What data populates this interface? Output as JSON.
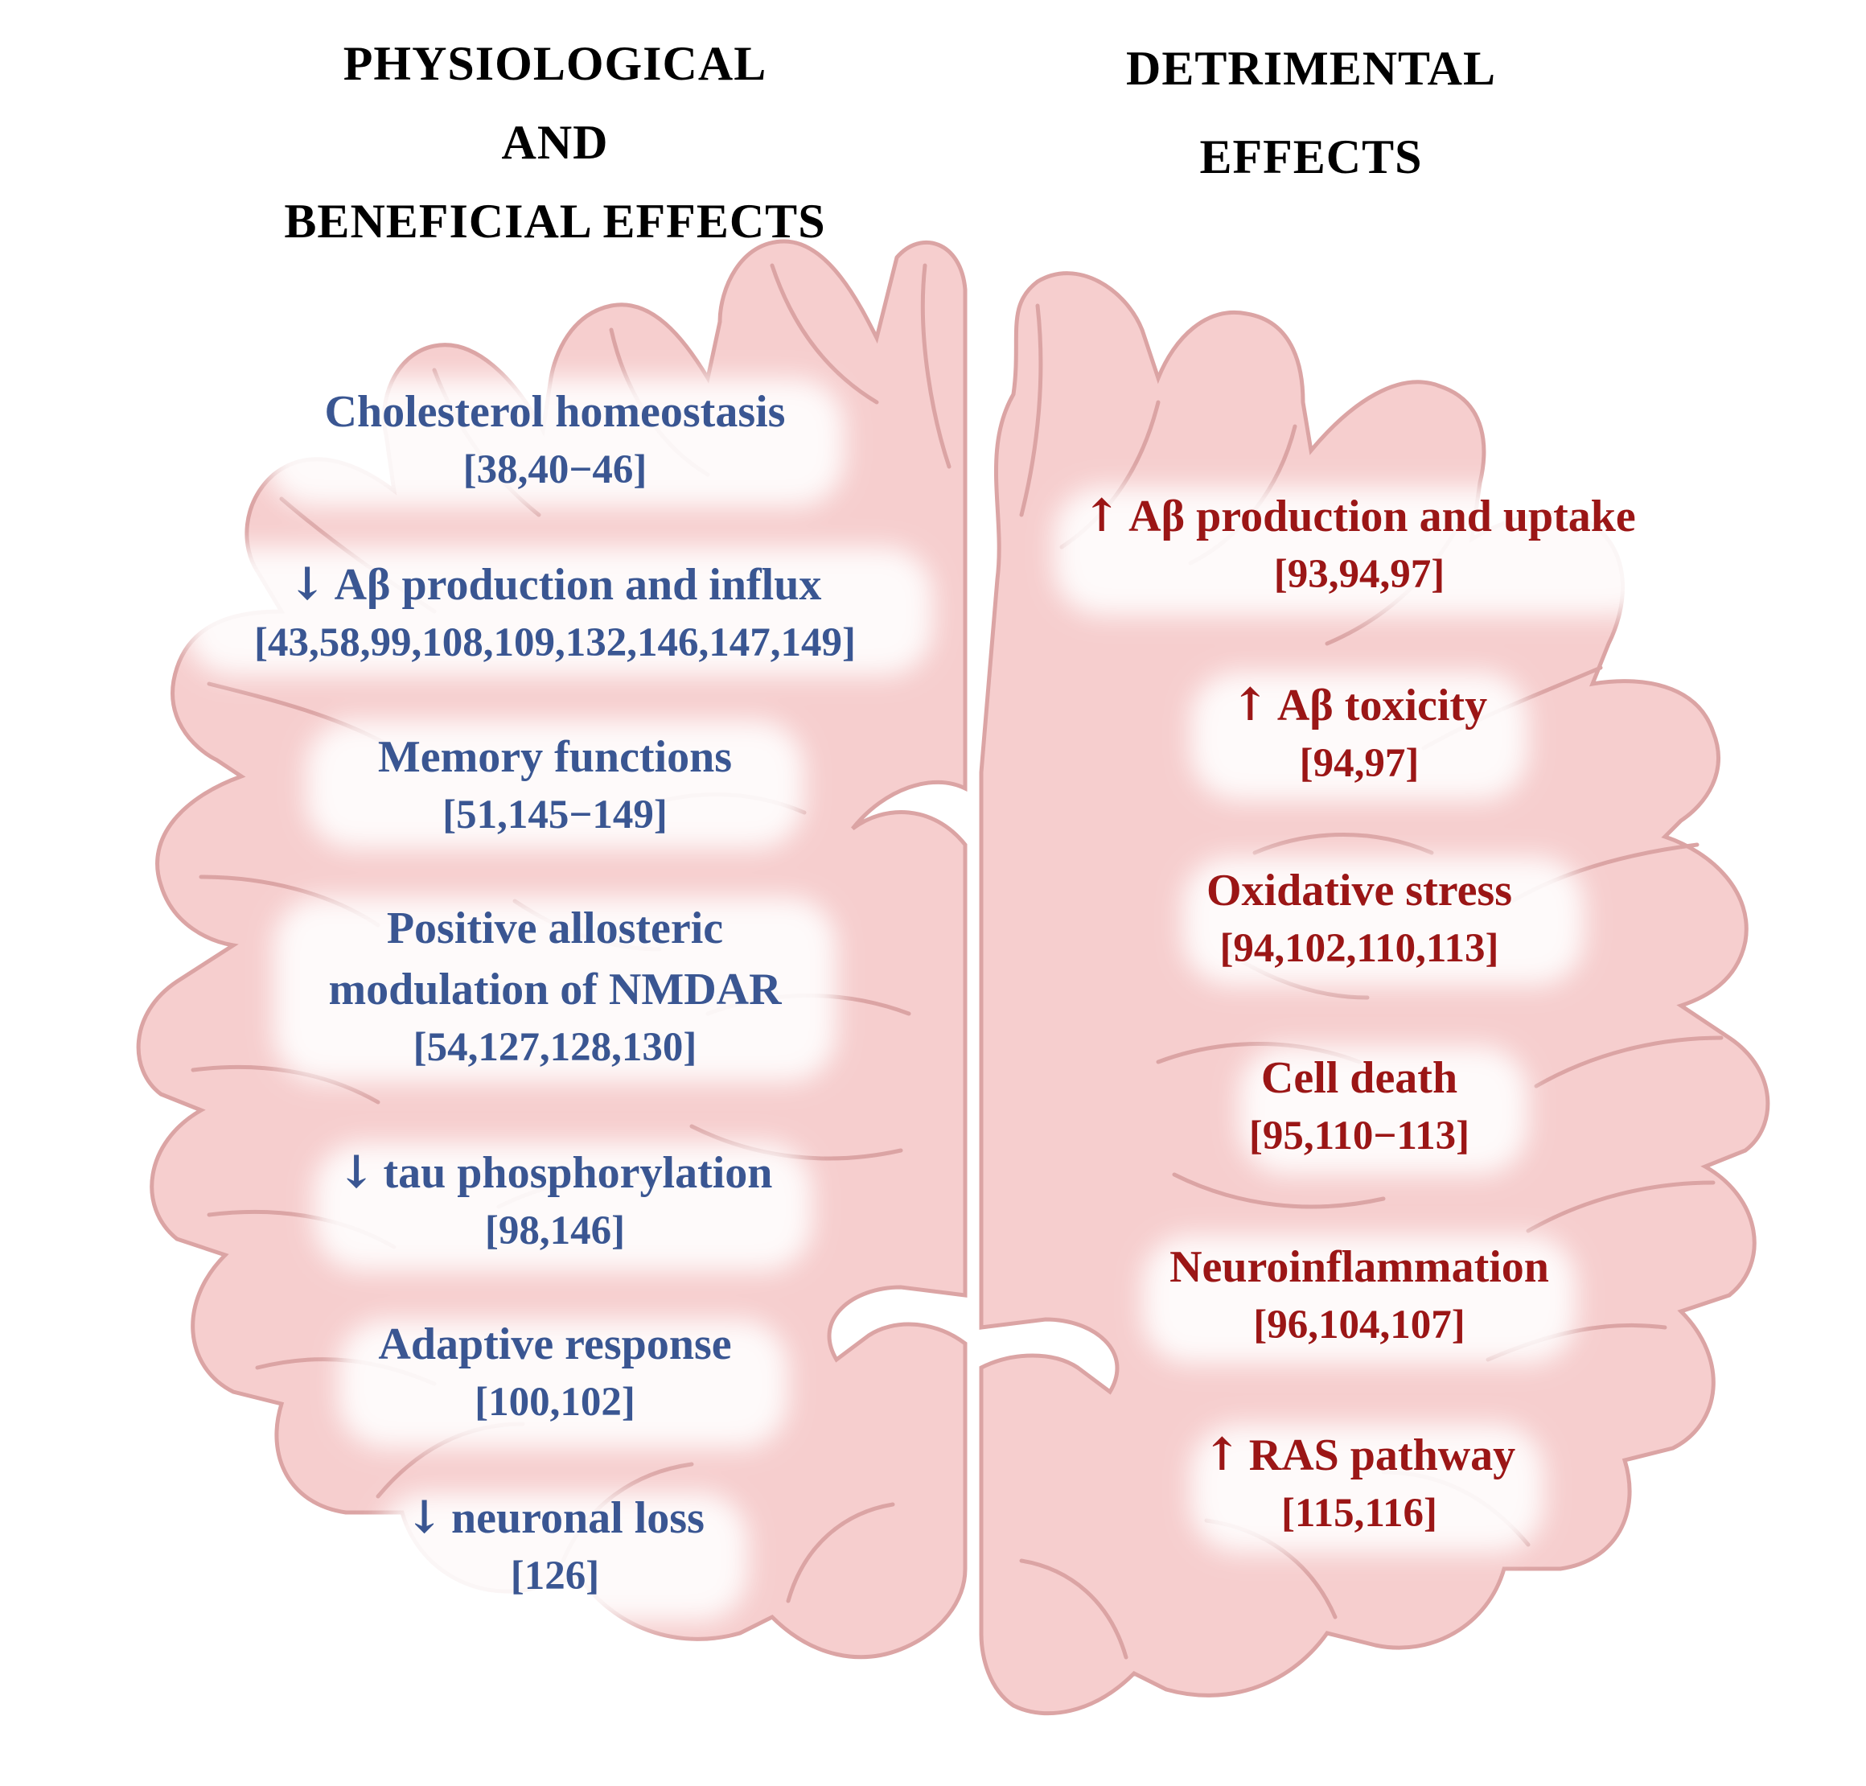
{
  "colors": {
    "beneficial_text": "#3a5692",
    "detrimental_text": "#9b1616",
    "brain_fill": "#f6cece",
    "brain_stroke": "#dba4a4",
    "label_glow": "#ffffff",
    "heading_text": "#000000"
  },
  "icons": {
    "up": "up-arrow-icon",
    "down": "down-arrow-icon"
  },
  "left": {
    "heading": [
      "PHYSIOLOGICAL",
      "AND",
      "BENEFICIAL EFFECTS"
    ],
    "items": [
      {
        "arrow": "",
        "label": "Cholesterol homeostasis",
        "refs": "[38,40−46]"
      },
      {
        "arrow": "↓",
        "label": "Aβ production and influx",
        "refs": "[43,58,99,108,109,132,146,147,149]"
      },
      {
        "arrow": "",
        "label": "Memory functions",
        "refs": "[51,145−149]"
      },
      {
        "arrow": "",
        "label": "Positive allosteric",
        "label2": "modulation of NMDAR",
        "refs": "[54,127,128,130]"
      },
      {
        "arrow": "↓",
        "label": "tau phosphorylation",
        "refs": "[98,146]"
      },
      {
        "arrow": "",
        "label": "Adaptive response",
        "refs": "[100,102]"
      },
      {
        "arrow": "↓",
        "label": "neuronal loss",
        "refs": "[126]"
      }
    ]
  },
  "right": {
    "heading": [
      "DETRIMENTAL",
      "EFFECTS"
    ],
    "items": [
      {
        "arrow": "↑",
        "label": "Aβ production and uptake",
        "refs": "[93,94,97]"
      },
      {
        "arrow": "↑",
        "label": "Aβ toxicity",
        "refs": "[94,97]"
      },
      {
        "arrow": "",
        "label": "Oxidative stress",
        "refs": "[94,102,110,113]"
      },
      {
        "arrow": "",
        "label": "Cell death",
        "refs": "[95,110−113]"
      },
      {
        "arrow": "",
        "label": "Neuroinflammation",
        "refs": "[96,104,107]"
      },
      {
        "arrow": "↑",
        "label": "RAS pathway",
        "refs": "[115,116]"
      }
    ]
  }
}
